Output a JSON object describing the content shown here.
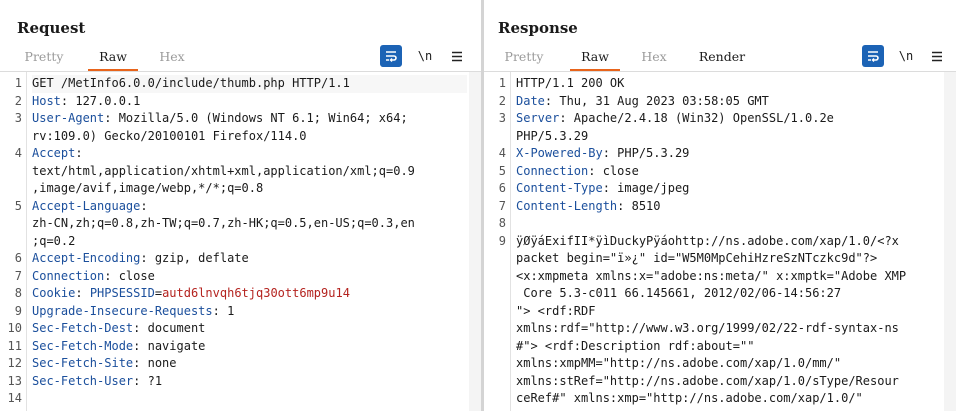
{
  "request": {
    "title": "Request",
    "tabs": [
      {
        "label": "Pretty",
        "active": false
      },
      {
        "label": "Raw",
        "active": true
      },
      {
        "label": "Hex",
        "active": false
      }
    ],
    "newline_label": "\\n",
    "lines": [
      {
        "n": "1",
        "parts": [
          {
            "t": "GET /MetInfo6.0.0/include/thumb.php HTTP/1.1",
            "c": ""
          }
        ]
      },
      {
        "n": "2",
        "parts": [
          {
            "t": "Host",
            "c": "hk"
          },
          {
            "t": ": 127.0.0.1",
            "c": ""
          }
        ]
      },
      {
        "n": "3",
        "parts": [
          {
            "t": "User-Agent",
            "c": "hk"
          },
          {
            "t": ": Mozilla/5.0 (Windows NT 6.1; Win64; x64;",
            "c": ""
          }
        ]
      },
      {
        "n": "",
        "parts": [
          {
            "t": "rv:109.0) Gecko/20100101 Firefox/114.0",
            "c": ""
          }
        ]
      },
      {
        "n": "4",
        "parts": [
          {
            "t": "Accept",
            "c": "hk"
          },
          {
            "t": ":",
            "c": ""
          }
        ]
      },
      {
        "n": "",
        "parts": [
          {
            "t": "text/html,application/xhtml+xml,application/xml;q=0.9",
            "c": ""
          }
        ]
      },
      {
        "n": "",
        "parts": [
          {
            "t": ",image/avif,image/webp,*/*;q=0.8",
            "c": ""
          }
        ]
      },
      {
        "n": "5",
        "parts": [
          {
            "t": "Accept-Language",
            "c": "hk"
          },
          {
            "t": ":",
            "c": ""
          }
        ]
      },
      {
        "n": "",
        "parts": [
          {
            "t": "zh-CN,zh;q=0.8,zh-TW;q=0.7,zh-HK;q=0.5,en-US;q=0.3,en",
            "c": ""
          }
        ]
      },
      {
        "n": "",
        "parts": [
          {
            "t": ";q=0.2",
            "c": ""
          }
        ]
      },
      {
        "n": "6",
        "parts": [
          {
            "t": "Accept-Encoding",
            "c": "hk"
          },
          {
            "t": ": gzip, deflate",
            "c": ""
          }
        ]
      },
      {
        "n": "7",
        "parts": [
          {
            "t": "Connection",
            "c": "hk"
          },
          {
            "t": ": close",
            "c": ""
          }
        ]
      },
      {
        "n": "8",
        "parts": [
          {
            "t": "Cookie",
            "c": "hk"
          },
          {
            "t": ": ",
            "c": ""
          },
          {
            "t": "PHPSESSID",
            "c": "ck"
          },
          {
            "t": "=",
            "c": ""
          },
          {
            "t": "autd6lnvqh6tjq30ott6mp9u14",
            "c": "cv"
          }
        ]
      },
      {
        "n": "9",
        "parts": [
          {
            "t": "Upgrade-Insecure-Requests",
            "c": "hk"
          },
          {
            "t": ": 1",
            "c": ""
          }
        ]
      },
      {
        "n": "10",
        "parts": [
          {
            "t": "Sec-Fetch-Dest",
            "c": "hk"
          },
          {
            "t": ": document",
            "c": ""
          }
        ]
      },
      {
        "n": "11",
        "parts": [
          {
            "t": "Sec-Fetch-Mode",
            "c": "hk"
          },
          {
            "t": ": navigate",
            "c": ""
          }
        ]
      },
      {
        "n": "12",
        "parts": [
          {
            "t": "Sec-Fetch-Site",
            "c": "hk"
          },
          {
            "t": ": none",
            "c": ""
          }
        ]
      },
      {
        "n": "13",
        "parts": [
          {
            "t": "Sec-Fetch-User",
            "c": "hk"
          },
          {
            "t": ": ?1",
            "c": ""
          }
        ]
      },
      {
        "n": "14",
        "parts": []
      }
    ]
  },
  "response": {
    "title": "Response",
    "tabs": [
      {
        "label": "Pretty",
        "active": false
      },
      {
        "label": "Raw",
        "active": true
      },
      {
        "label": "Hex",
        "active": false
      },
      {
        "label": "Render",
        "active": false
      }
    ],
    "newline_label": "\\n",
    "lines": [
      {
        "n": "1",
        "parts": [
          {
            "t": "HTTP/1.1 200 OK",
            "c": ""
          }
        ]
      },
      {
        "n": "2",
        "parts": [
          {
            "t": "Date",
            "c": "hk"
          },
          {
            "t": ": Thu, 31 Aug 2023 03:58:05 GMT",
            "c": ""
          }
        ]
      },
      {
        "n": "3",
        "parts": [
          {
            "t": "Server",
            "c": "hk"
          },
          {
            "t": ": Apache/2.4.18 (Win32) OpenSSL/1.0.2e",
            "c": ""
          }
        ]
      },
      {
        "n": "",
        "parts": [
          {
            "t": "PHP/5.3.29",
            "c": ""
          }
        ]
      },
      {
        "n": "4",
        "parts": [
          {
            "t": "X-Powered-By",
            "c": "hk"
          },
          {
            "t": ": PHP/5.3.29",
            "c": ""
          }
        ]
      },
      {
        "n": "5",
        "parts": [
          {
            "t": "Connection",
            "c": "hk"
          },
          {
            "t": ": close",
            "c": ""
          }
        ]
      },
      {
        "n": "6",
        "parts": [
          {
            "t": "Content-Type",
            "c": "hk"
          },
          {
            "t": ": image/jpeg",
            "c": ""
          }
        ]
      },
      {
        "n": "7",
        "parts": [
          {
            "t": "Content-Length",
            "c": "hk"
          },
          {
            "t": ": 8510",
            "c": ""
          }
        ]
      },
      {
        "n": "8",
        "parts": []
      },
      {
        "n": "9",
        "parts": [
          {
            "t": "ÿØÿáExifII*ÿìDuckyPÿáohttp://ns.adobe.com/xap/1.0/<?x",
            "c": ""
          }
        ]
      },
      {
        "n": "",
        "parts": [
          {
            "t": "packet begin=\"ï»¿\" id=\"W5M0MpCehiHzreSzNTczkc9d\"?>",
            "c": ""
          }
        ]
      },
      {
        "n": "",
        "parts": [
          {
            "t": "<x:xmpmeta xmlns:x=\"adobe:ns:meta/\" x:xmptk=\"Adobe XMP",
            "c": ""
          }
        ]
      },
      {
        "n": "",
        "parts": [
          {
            "t": " Core 5.3-c011 66.145661, 2012/02/06-14:56:27",
            "c": ""
          }
        ]
      },
      {
        "n": "",
        "parts": [
          {
            "t": "\"> <rdf:RDF",
            "c": ""
          }
        ]
      },
      {
        "n": "",
        "parts": [
          {
            "t": "xmlns:rdf=\"http://www.w3.org/1999/02/22-rdf-syntax-ns",
            "c": ""
          }
        ]
      },
      {
        "n": "",
        "parts": [
          {
            "t": "#\"> <rdf:Description rdf:about=\"\"",
            "c": ""
          }
        ]
      },
      {
        "n": "",
        "parts": [
          {
            "t": "xmlns:xmpMM=\"http://ns.adobe.com/xap/1.0/mm/\"",
            "c": ""
          }
        ]
      },
      {
        "n": "",
        "parts": [
          {
            "t": "xmlns:stRef=\"http://ns.adobe.com/xap/1.0/sType/Resour",
            "c": ""
          }
        ]
      },
      {
        "n": "",
        "parts": [
          {
            "t": "ceRef#\" xmlns:xmp=\"http://ns.adobe.com/xap/1.0/\"",
            "c": ""
          }
        ]
      }
    ]
  },
  "colors": {
    "accent_tab_underline": "#e8641b",
    "header_name": "#1b4f9c",
    "cookie_value": "#b4231f",
    "primary_button": "#1c63b5"
  },
  "icons": {
    "wrap": "wrap-lines-icon",
    "menu": "hamburger-menu-icon",
    "layout": [
      "side-by-side-layout-icon",
      "top-bottom-layout-icon",
      "single-panel-layout-icon"
    ]
  }
}
